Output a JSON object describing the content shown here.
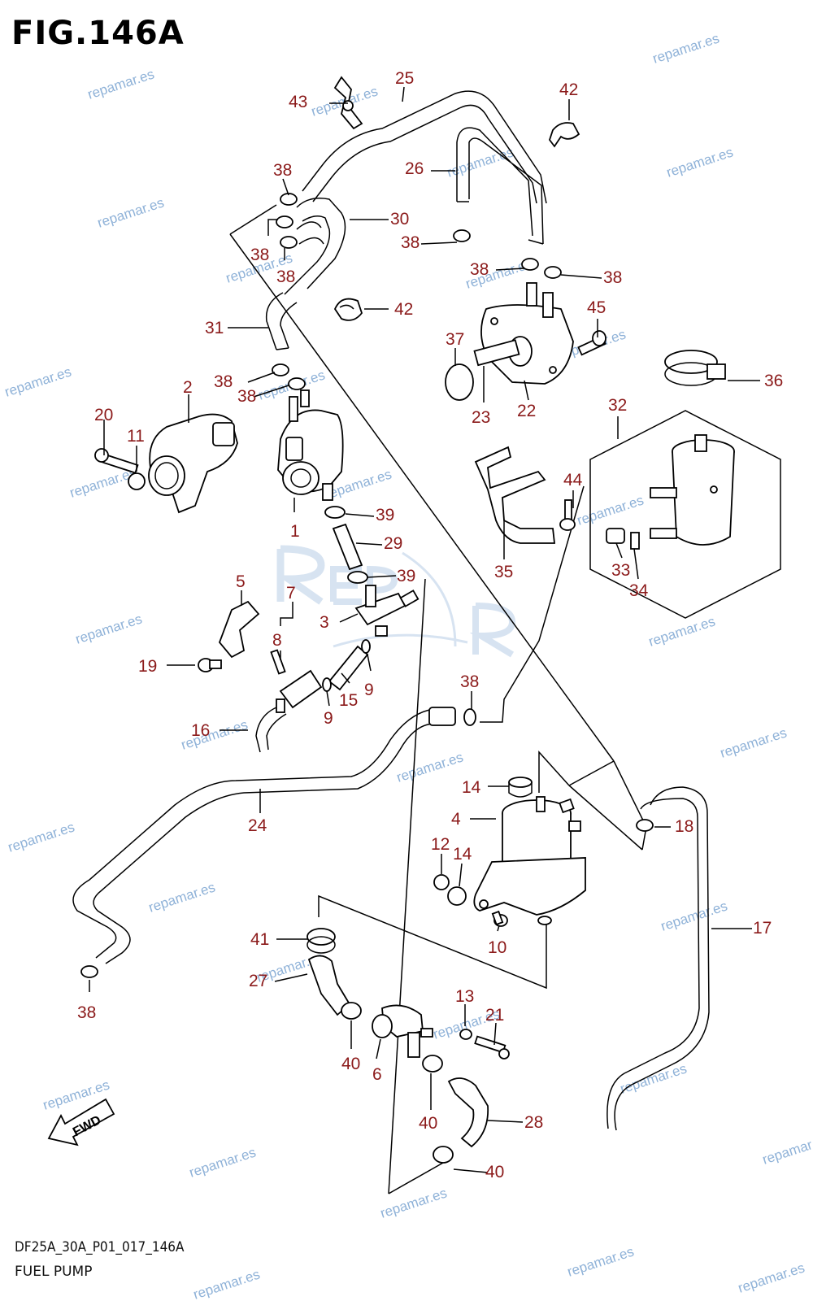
{
  "figure": {
    "title": "FIG.146A",
    "code": "DF25A_30A_P01_017_146A",
    "name": "FUEL PUMP",
    "watermark": "repamar.es",
    "fwd_label": "FWD",
    "logo_text": "REPMAR"
  },
  "callouts": [
    {
      "id": "c-43",
      "label": "43"
    },
    {
      "id": "c-25",
      "label": "25"
    },
    {
      "id": "c-42a",
      "label": "42"
    },
    {
      "id": "c-26",
      "label": "26"
    },
    {
      "id": "c-38a",
      "label": "38"
    },
    {
      "id": "c-30",
      "label": "30"
    },
    {
      "id": "c-38b",
      "label": "38"
    },
    {
      "id": "c-38c",
      "label": "38"
    },
    {
      "id": "c-38d",
      "label": "38"
    },
    {
      "id": "c-38e",
      "label": "38"
    },
    {
      "id": "c-38f",
      "label": "38"
    },
    {
      "id": "c-42b",
      "label": "42"
    },
    {
      "id": "c-45",
      "label": "45"
    },
    {
      "id": "c-31",
      "label": "31"
    },
    {
      "id": "c-37",
      "label": "37"
    },
    {
      "id": "c-36",
      "label": "36"
    },
    {
      "id": "c-38g",
      "label": "38"
    },
    {
      "id": "c-38h",
      "label": "38"
    },
    {
      "id": "c-2",
      "label": "2"
    },
    {
      "id": "c-23",
      "label": "23"
    },
    {
      "id": "c-22",
      "label": "22"
    },
    {
      "id": "c-32",
      "label": "32"
    },
    {
      "id": "c-20",
      "label": "20"
    },
    {
      "id": "c-11",
      "label": "11"
    },
    {
      "id": "c-44",
      "label": "44"
    },
    {
      "id": "c-1",
      "label": "1"
    },
    {
      "id": "c-39a",
      "label": "39"
    },
    {
      "id": "c-29",
      "label": "29"
    },
    {
      "id": "c-33",
      "label": "33"
    },
    {
      "id": "c-34",
      "label": "34"
    },
    {
      "id": "c-35",
      "label": "35"
    },
    {
      "id": "c-5",
      "label": "5"
    },
    {
      "id": "c-7",
      "label": "7"
    },
    {
      "id": "c-39b",
      "label": "39"
    },
    {
      "id": "c-3",
      "label": "3"
    },
    {
      "id": "c-8",
      "label": "8"
    },
    {
      "id": "c-19",
      "label": "19"
    },
    {
      "id": "c-9a",
      "label": "9"
    },
    {
      "id": "c-15",
      "label": "15"
    },
    {
      "id": "c-38i",
      "label": "38"
    },
    {
      "id": "c-9b",
      "label": "9"
    },
    {
      "id": "c-16",
      "label": "16"
    },
    {
      "id": "c-14a",
      "label": "14"
    },
    {
      "id": "c-4",
      "label": "4"
    },
    {
      "id": "c-24",
      "label": "24"
    },
    {
      "id": "c-18",
      "label": "18"
    },
    {
      "id": "c-12",
      "label": "12"
    },
    {
      "id": "c-14b",
      "label": "14"
    },
    {
      "id": "c-17",
      "label": "17"
    },
    {
      "id": "c-10",
      "label": "10"
    },
    {
      "id": "c-41",
      "label": "41"
    },
    {
      "id": "c-27",
      "label": "27"
    },
    {
      "id": "c-13",
      "label": "13"
    },
    {
      "id": "c-38j",
      "label": "38"
    },
    {
      "id": "c-21",
      "label": "21"
    },
    {
      "id": "c-40a",
      "label": "40"
    },
    {
      "id": "c-6",
      "label": "6"
    },
    {
      "id": "c-40b",
      "label": "40"
    },
    {
      "id": "c-28",
      "label": "28"
    },
    {
      "id": "c-40c",
      "label": "40"
    }
  ],
  "colors": {
    "callout": "#8b1a1a",
    "watermark": "#8fb2d8",
    "line": "#000000"
  }
}
